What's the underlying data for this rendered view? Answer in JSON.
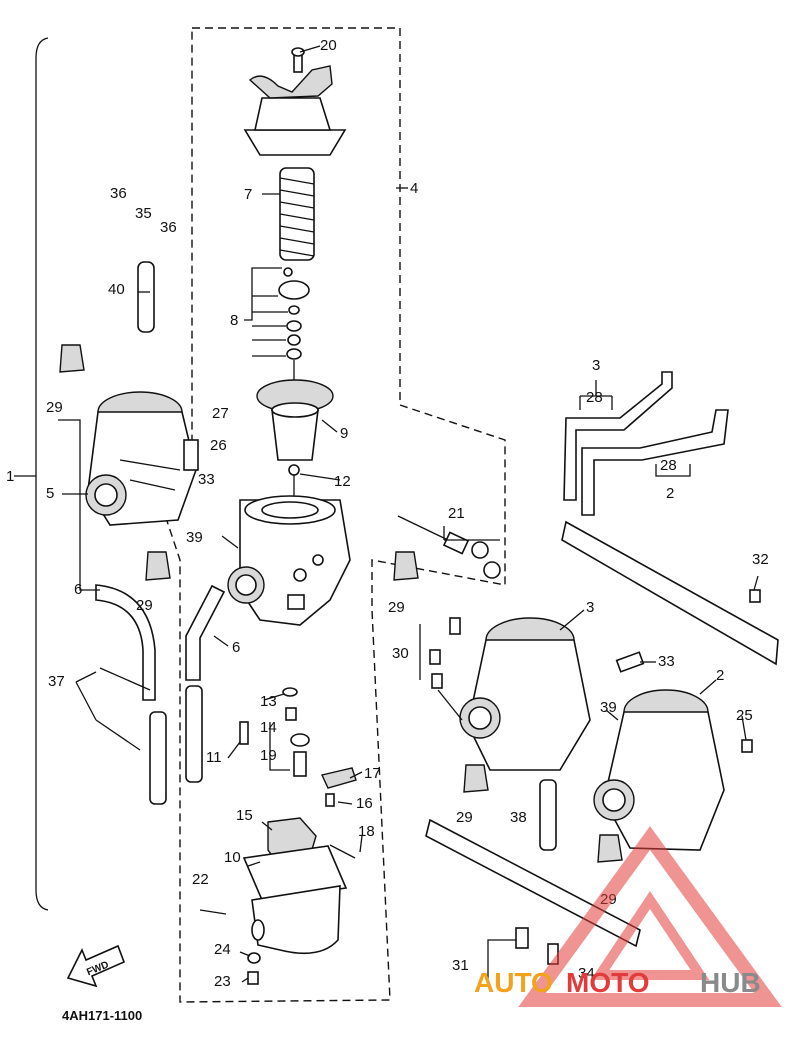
{
  "diagram": {
    "drawing_code": "4AH171-1100",
    "fwd_label": "FWD",
    "brand": {
      "text_auto": "AUTO",
      "text_moto": "MOTO",
      "text_hub": "HUB",
      "color_orange": "#f3a21c",
      "color_red": "#e23b3b",
      "color_gray": "#8a8a8a"
    },
    "callouts": [
      {
        "id": "c20",
        "text": "20"
      },
      {
        "id": "c4",
        "text": "4"
      },
      {
        "id": "c7",
        "text": "7"
      },
      {
        "id": "c36a",
        "text": "36"
      },
      {
        "id": "c35",
        "text": "35"
      },
      {
        "id": "c36b",
        "text": "36"
      },
      {
        "id": "c40",
        "text": "40"
      },
      {
        "id": "c8",
        "text": "8"
      },
      {
        "id": "c29a",
        "text": "29"
      },
      {
        "id": "c27",
        "text": "27"
      },
      {
        "id": "c9",
        "text": "9"
      },
      {
        "id": "c26",
        "text": "26"
      },
      {
        "id": "c1",
        "text": "1"
      },
      {
        "id": "c5",
        "text": "5"
      },
      {
        "id": "c33a",
        "text": "33"
      },
      {
        "id": "c12",
        "text": "12"
      },
      {
        "id": "c39a",
        "text": "39"
      },
      {
        "id": "c21",
        "text": "21"
      },
      {
        "id": "c6a",
        "text": "6"
      },
      {
        "id": "c29b",
        "text": "29"
      },
      {
        "id": "c29c",
        "text": "29"
      },
      {
        "id": "c6b",
        "text": "6"
      },
      {
        "id": "c37",
        "text": "37"
      },
      {
        "id": "c13",
        "text": "13"
      },
      {
        "id": "c14",
        "text": "14"
      },
      {
        "id": "c11",
        "text": "11"
      },
      {
        "id": "c19",
        "text": "19"
      },
      {
        "id": "c17",
        "text": "17"
      },
      {
        "id": "c16",
        "text": "16"
      },
      {
        "id": "c15",
        "text": "15"
      },
      {
        "id": "c18",
        "text": "18"
      },
      {
        "id": "c10",
        "text": "10"
      },
      {
        "id": "c22",
        "text": "22"
      },
      {
        "id": "c24",
        "text": "24"
      },
      {
        "id": "c23",
        "text": "23"
      },
      {
        "id": "c3a",
        "text": "3"
      },
      {
        "id": "c28a",
        "text": "28"
      },
      {
        "id": "c28b",
        "text": "28"
      },
      {
        "id": "c2a",
        "text": "2"
      },
      {
        "id": "c32",
        "text": "32"
      },
      {
        "id": "c3b",
        "text": "3"
      },
      {
        "id": "c30",
        "text": "30"
      },
      {
        "id": "c33b",
        "text": "33"
      },
      {
        "id": "c2b",
        "text": "2"
      },
      {
        "id": "c39b",
        "text": "39"
      },
      {
        "id": "c25",
        "text": "25"
      },
      {
        "id": "c29d",
        "text": "29"
      },
      {
        "id": "c38",
        "text": "38"
      },
      {
        "id": "c29e",
        "text": "29"
      },
      {
        "id": "c31",
        "text": "31"
      },
      {
        "id": "c34",
        "text": "34"
      }
    ]
  }
}
